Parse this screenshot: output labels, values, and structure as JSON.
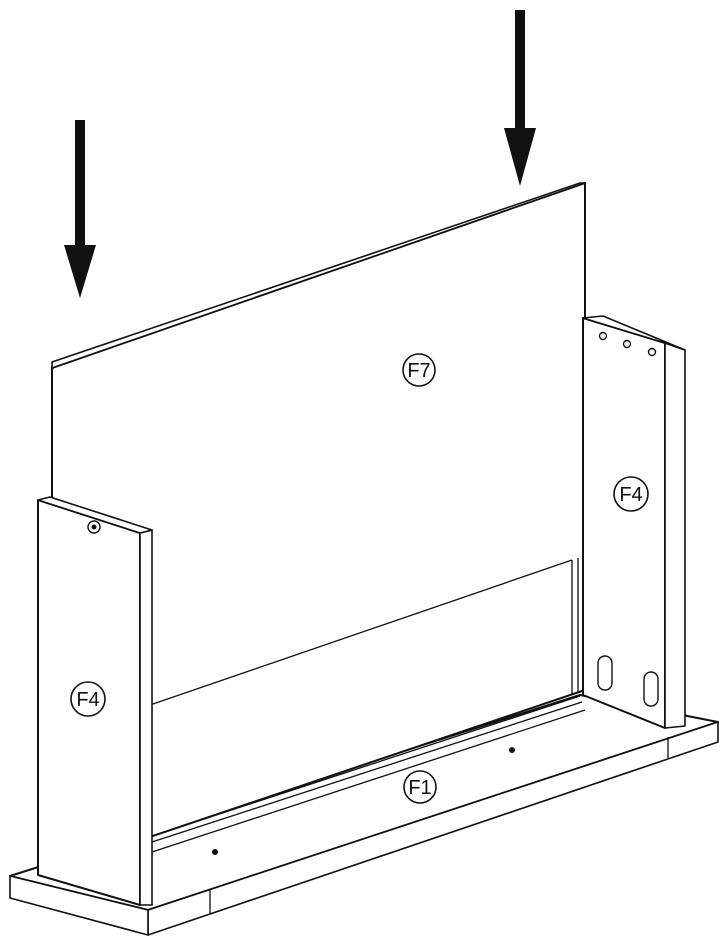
{
  "parts": {
    "back_panel": "F7",
    "left_side": "F4",
    "right_side": "F4",
    "base": "F1"
  },
  "colors": {
    "line": "#111111",
    "fill": "#ffffff"
  }
}
